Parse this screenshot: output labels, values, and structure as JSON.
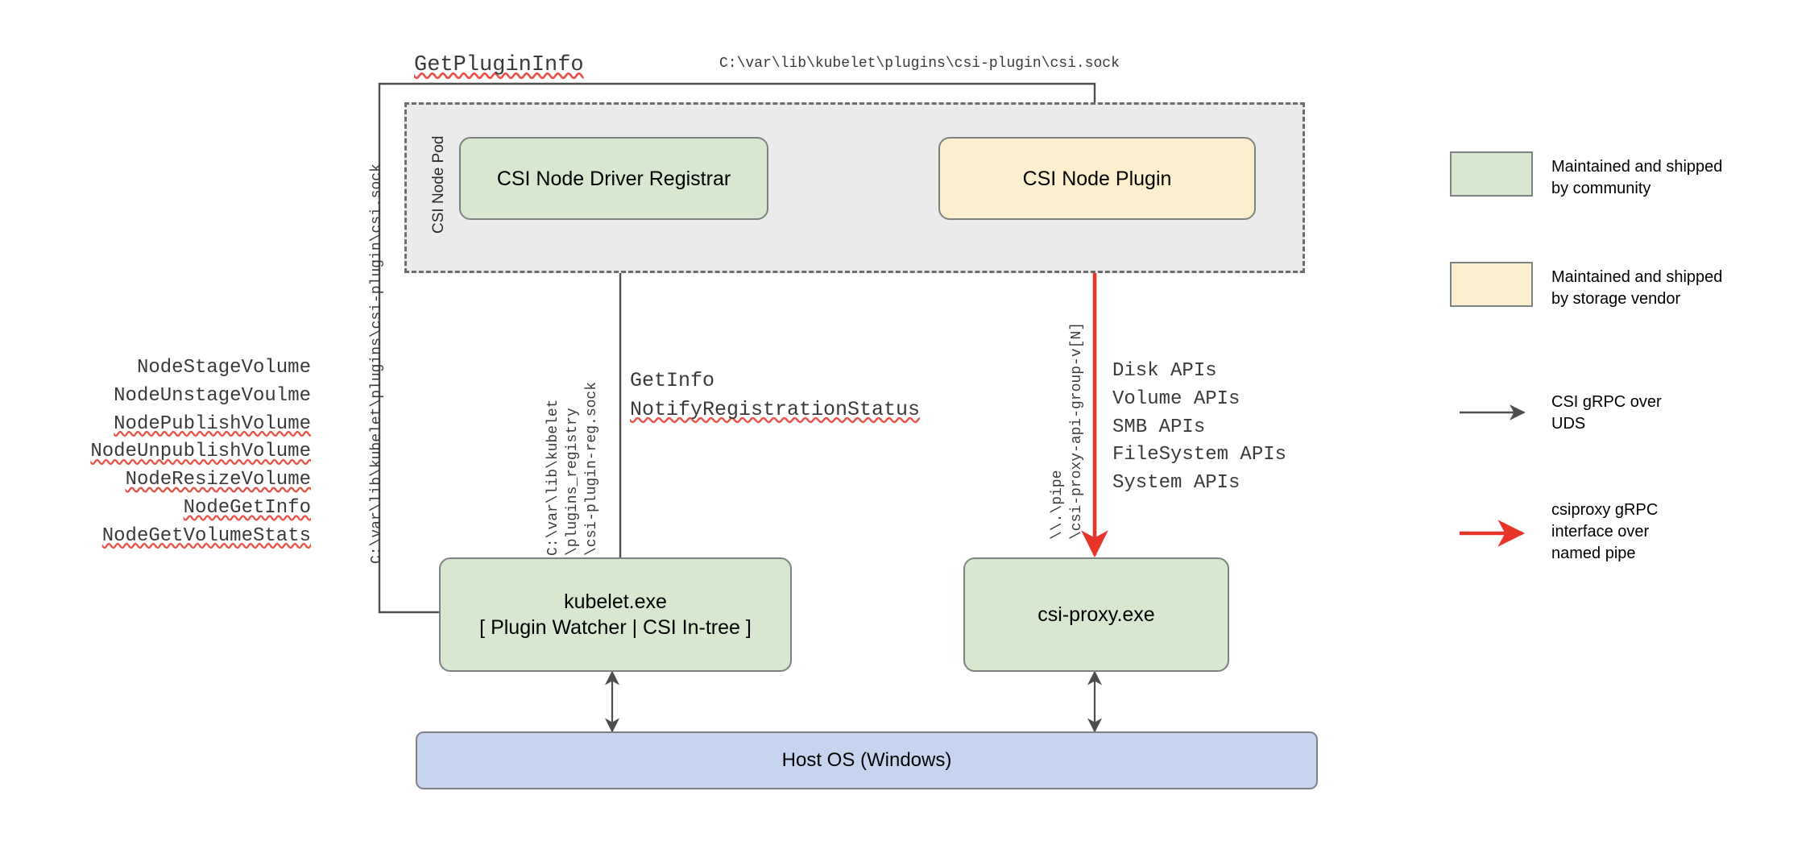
{
  "diagram": {
    "title": "CSI Proxy on Windows architecture",
    "colors": {
      "community_green": "#d8e8d0",
      "vendor_yellow": "#fbefcd",
      "host_blue": "#c6d4ef",
      "pod_gray": "#ebebeb",
      "node_stroke": "#7e8280",
      "arrow_gray": "#4d4d4d",
      "arrow_red": "#e8352a",
      "squiggle_red": "#e8524a"
    }
  },
  "nodes": {
    "pod": {
      "label": "CSI Node Pod"
    },
    "registrar": {
      "label": "CSI Node Driver Registrar"
    },
    "node_plugin": {
      "label": "CSI Node Plugin"
    },
    "kubelet": {
      "line1": "kubelet.exe",
      "line2": "[ Plugin Watcher | CSI In-tree ]"
    },
    "csi_proxy": {
      "label": "csi-proxy.exe"
    },
    "host_os": {
      "label": "Host OS (Windows)"
    }
  },
  "labels": {
    "get_plugin_info": "GetPluginInfo",
    "csi_sock_path_top": "C:\\var\\lib\\kubelet\\plugins\\csi-plugin\\csi.sock",
    "csi_sock_path_left": "C:\\var\\lib\\kubelet\\plugins\\csi-plugin\\csi.sock",
    "registry_path": [
      "C:\\var\\lib\\kubelet",
      "\\plugins_registry",
      "\\csi-plugin-reg.sock"
    ],
    "named_pipe": [
      "\\\\.\\pipe",
      "\\csi-proxy-api-group-v[N]"
    ],
    "registration_calls": [
      {
        "text": "GetInfo",
        "squiggle": false
      },
      {
        "text": "NotifyRegistrationStatus",
        "squiggle": true
      }
    ],
    "node_service_calls": [
      {
        "text": "NodeStageVolume",
        "squiggle": false
      },
      {
        "text": "NodeUnstageVoulme",
        "squiggle": false
      },
      {
        "text": "NodePublishVolume",
        "squiggle": true
      },
      {
        "text": "NodeUnpublishVolume",
        "squiggle": true
      },
      {
        "text": "NodeResizeVolume",
        "squiggle": true
      },
      {
        "text": "NodeGetInfo",
        "squiggle": true
      },
      {
        "text": "NodeGetVolumeStats",
        "squiggle": true
      }
    ],
    "proxy_apis": [
      "Disk APIs",
      "Volume APIs",
      "SMB APIs",
      "FileSystem APIs",
      "System APIs"
    ]
  },
  "legend": {
    "items": [
      {
        "type": "swatch",
        "color": "#d8e8d0",
        "text": "Maintained and shipped\nby community"
      },
      {
        "type": "swatch",
        "color": "#fbefcd",
        "text": "Maintained and shipped\nby storage vendor"
      },
      {
        "type": "arrow",
        "color": "#4d4d4d",
        "text": "CSI gRPC over\nUDS"
      },
      {
        "type": "arrow",
        "color": "#e8352a",
        "text": "csiproxy gRPC\ninterface over\nnamed pipe"
      }
    ]
  }
}
